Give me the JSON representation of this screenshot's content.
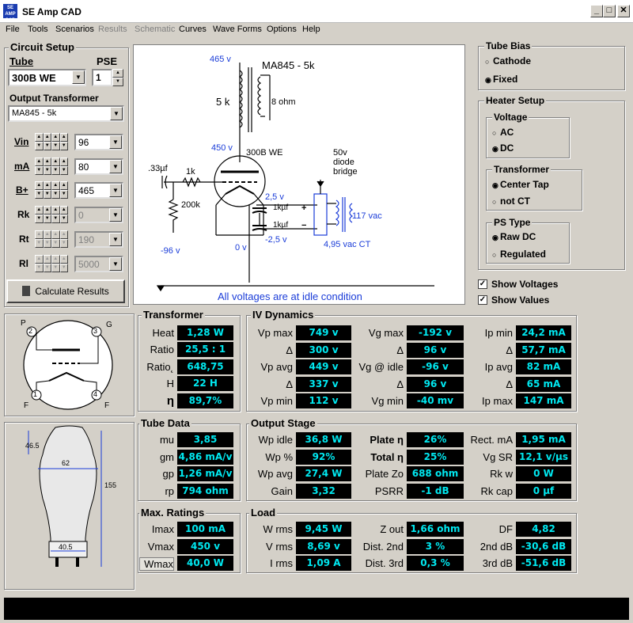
{
  "window": {
    "title": "SE Amp CAD",
    "icon_text": "SE AMP CAD",
    "min": "_",
    "max": "□",
    "close": "✕"
  },
  "menu": [
    "File",
    "Tools",
    "Scenarios",
    "Results",
    "Schematic",
    "Curves",
    "Wave Forms",
    "Options",
    "Help"
  ],
  "circuit_setup": {
    "title": "Circuit Setup",
    "tube_label": "Tube",
    "pse_label": "PSE",
    "tube_value": "300B WE",
    "pse_value": "1",
    "ot_label": "Output Transformer",
    "ot_value": "MA845 - 5k",
    "rows": [
      {
        "label": "Vin",
        "value": "96"
      },
      {
        "label": "mA",
        "value": "80"
      },
      {
        "label": "B+",
        "value": "465"
      },
      {
        "label": "Rk",
        "value": "0"
      },
      {
        "label": "Rt",
        "value": "190"
      },
      {
        "label": "Rl",
        "value": "5000"
      }
    ],
    "calc_button": "Calculate Results"
  },
  "schematic": {
    "transformer": "MA845 - 5k",
    "v465": "465 v",
    "primary": "5 k",
    "secondary": "8 ohm",
    "v450": "450 v",
    "tube": "300B WE",
    "cap": ".33µf",
    "r1k": "1k",
    "r200k": "200k",
    "vneg96": "-96 v",
    "v0": "0 v",
    "v25": "2,5 v",
    "vneg25": "-2,5 v",
    "c1": "1kµf",
    "c2": "1kµf",
    "bridge1": "50v",
    "bridge2": "diode",
    "bridge3": "bridge",
    "plus": "+",
    "minus": "−",
    "vac117": "117 vac",
    "vacct": "4,95 vac CT",
    "note": "All voltages are at idle condition"
  },
  "tube_bias": {
    "title": "Tube Bias",
    "cathode": "Cathode",
    "fixed": "Fixed",
    "selected": "fixed"
  },
  "heater": {
    "title": "Heater Setup",
    "voltage_title": "Voltage",
    "ac": "AC",
    "dc": "DC",
    "transformer_title": "Transformer",
    "center_tap": "Center Tap",
    "not_ct": "not CT",
    "ps_title": "PS Type",
    "raw_dc": "Raw DC",
    "regulated": "Regulated"
  },
  "checks": {
    "show_voltages": "Show Voltages",
    "show_values": "Show Values"
  },
  "pinout": {
    "p2": "2",
    "p3": "3",
    "p1": "1",
    "p4": "4",
    "P": "P",
    "G": "G",
    "F1": "F",
    "F2": "F"
  },
  "outline": {
    "d1": "46.5",
    "d2": "62",
    "d3": "155",
    "d4": "40.5"
  },
  "transformer": {
    "title": "Transformer",
    "rows": [
      {
        "label": "Heat",
        "value": "1,28 W"
      },
      {
        "label": "Ratio",
        "value": "25,5 : 1"
      },
      {
        "label": "Ratio˛",
        "value": "648,75"
      },
      {
        "label": "H",
        "value": "22 H"
      },
      {
        "label": "η",
        "value": "89,7%"
      }
    ]
  },
  "iv": {
    "title": "IV Dynamics",
    "col1": [
      {
        "label": "Vp max",
        "value": "749 v"
      },
      {
        "label": "Δ",
        "value": "300 v"
      },
      {
        "label": "Vp avg",
        "value": "449 v"
      },
      {
        "label": "Δ",
        "value": "337 v"
      },
      {
        "label": "Vp min",
        "value": "112 v"
      }
    ],
    "col2": [
      {
        "label": "Vg max",
        "value": "-192 v"
      },
      {
        "label": "Δ",
        "value": "96 v"
      },
      {
        "label": "Vg @ idle",
        "value": "-96 v"
      },
      {
        "label": "Δ",
        "value": "96 v"
      },
      {
        "label": "Vg min",
        "value": "-40 mv"
      }
    ],
    "col3": [
      {
        "label": "Ip min",
        "value": "24,2 mA"
      },
      {
        "label": "Δ",
        "value": "57,7 mA"
      },
      {
        "label": "Ip avg",
        "value": "82 mA"
      },
      {
        "label": "Δ",
        "value": "65 mA"
      },
      {
        "label": "Ip max",
        "value": "147 mA"
      }
    ]
  },
  "tube_data": {
    "title": "Tube Data",
    "rows": [
      {
        "label": "mu",
        "value": "3,85"
      },
      {
        "label": "gm",
        "value": "4,86 mA/v"
      },
      {
        "label": "gp",
        "value": "1,26 mA/v"
      },
      {
        "label": "rp",
        "value": "794 ohm"
      }
    ]
  },
  "output": {
    "title": "Output Stage",
    "col1": [
      {
        "label": "Wp idle",
        "value": "36,8 W"
      },
      {
        "label": "Wp %",
        "value": "92%"
      },
      {
        "label": "Wp avg",
        "value": "27,4 W"
      },
      {
        "label": "Gain",
        "value": "3,32"
      }
    ],
    "col2": [
      {
        "label": "Plate η",
        "value": "26%"
      },
      {
        "label": "Total η",
        "value": "25%"
      },
      {
        "label": "Plate Zo",
        "value": "688 ohm"
      },
      {
        "label": "PSRR",
        "value": "-1 dB"
      }
    ],
    "col3": [
      {
        "label": "Rect. mA",
        "value": "1,95 mA"
      },
      {
        "label": "Vg SR",
        "value": "12,1 v/µs"
      },
      {
        "label": "Rk w",
        "value": "0 W"
      },
      {
        "label": "Rk cap",
        "value": "0 µf"
      }
    ]
  },
  "max": {
    "title": "Max. Ratings",
    "rows": [
      {
        "label": "Imax",
        "value": "100 mA"
      },
      {
        "label": "Vmax",
        "value": "450 v"
      },
      {
        "label": "Wmax",
        "value": "40,0 W"
      }
    ]
  },
  "load": {
    "title": "Load",
    "col1": [
      {
        "label": "W rms",
        "value": "9,45 W"
      },
      {
        "label": "V rms",
        "value": "8,69 v"
      },
      {
        "label": "I rms",
        "value": "1,09 A"
      }
    ],
    "col2": [
      {
        "label": "Z out",
        "value": "1,66 ohm"
      },
      {
        "label": "Dist. 2nd",
        "value": "3 %"
      },
      {
        "label": "Dist. 3rd",
        "value": "0,3 %"
      }
    ],
    "col3": [
      {
        "label": "DF",
        "value": "4,82"
      },
      {
        "label": "2nd dB",
        "value": "-30,6 dB"
      },
      {
        "label": "3rd dB",
        "value": "-51,6 dB"
      }
    ]
  },
  "colors": {
    "display_bg": "#000000",
    "display_fg": "#00e8f0",
    "schematic_blue": "#1a3cd8",
    "face": "#d4d0c8"
  }
}
